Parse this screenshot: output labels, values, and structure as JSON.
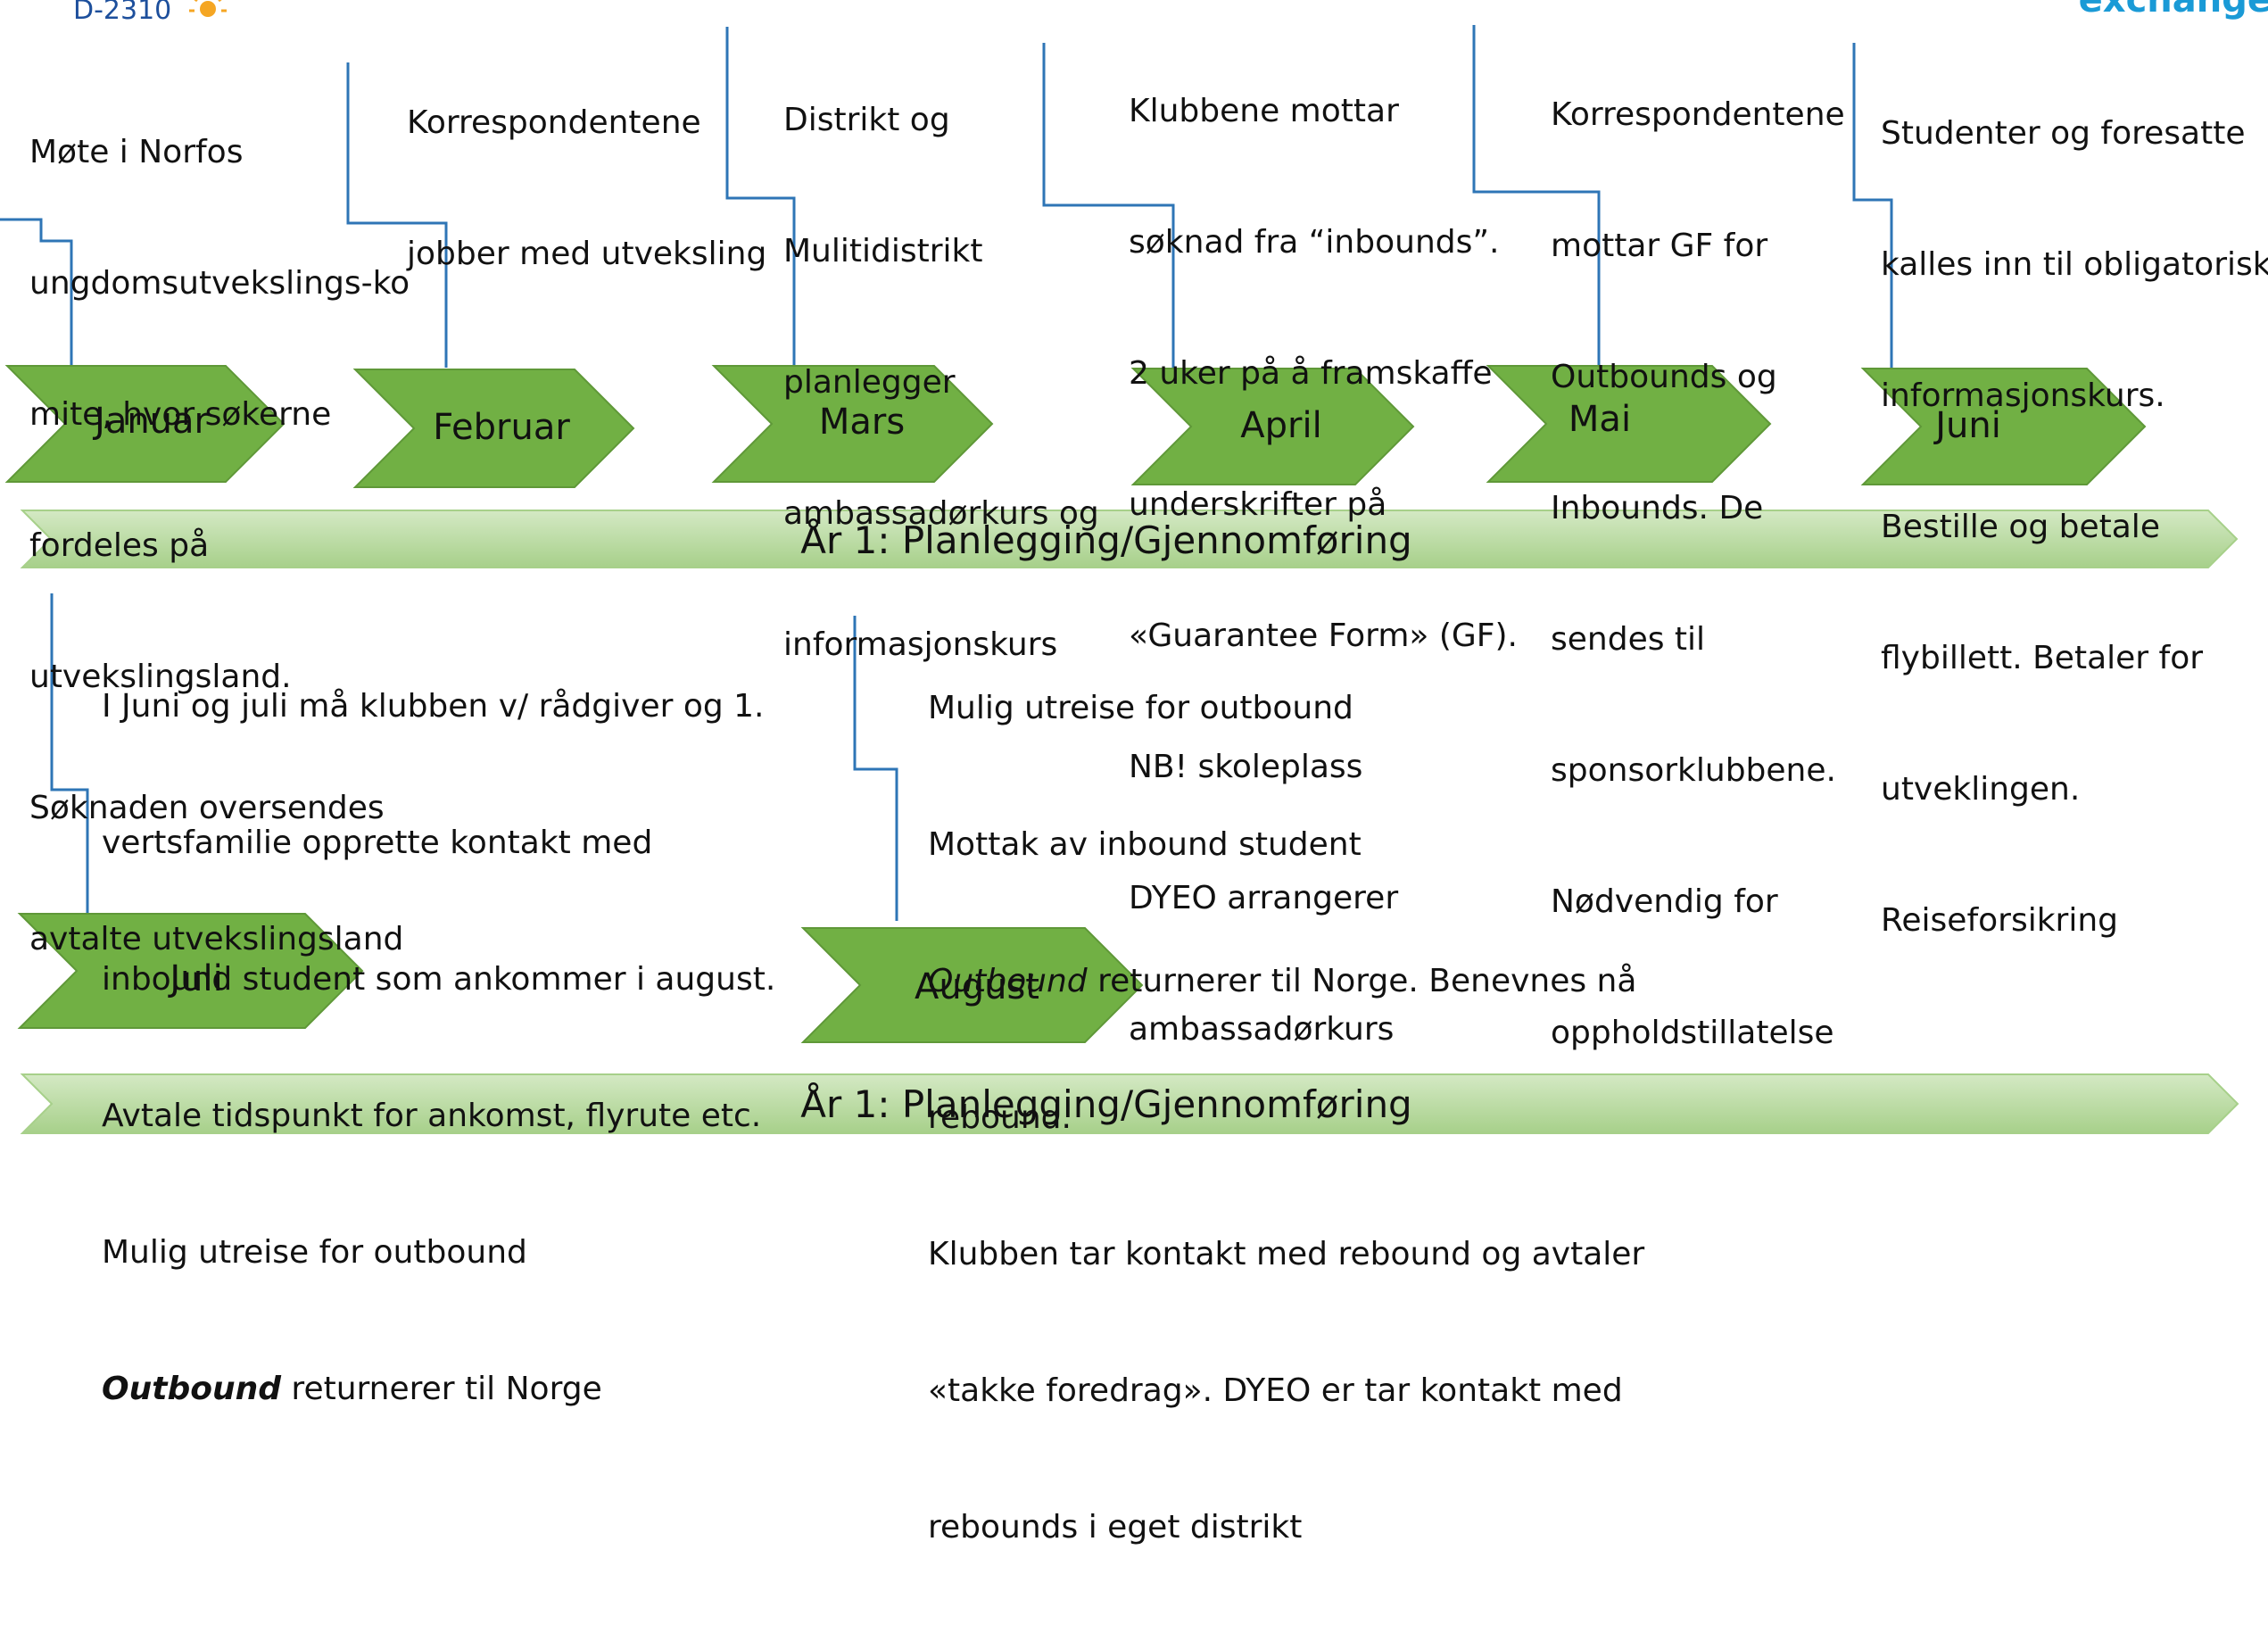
{
  "colors": {
    "chevron": "#71b044",
    "chevron_edge": "#5f9838",
    "band_top": "#d4e9c4",
    "band_bottom": "#a7d08a",
    "connector": "#2e75b6",
    "logo_text": "#1d4f9c",
    "corner_text": "#1a9ad6"
  },
  "header": {
    "logo_code": "D-2310",
    "logo_icon": "sun-icon",
    "corner_word": "exchange"
  },
  "months": [
    {
      "label": "Januar",
      "lines": [
        "Møte i Norfos",
        "ungdomsutvekslings-ko",
        "mite, hvor søkerne",
        "fordeles på",
        "utvekslingsland.",
        "Søknaden oversendes",
        "avtalte utvekslingsland"
      ]
    },
    {
      "label": "Februar",
      "lines": [
        "Korrespondentene",
        "jobber med utveksling"
      ]
    },
    {
      "label": "Mars",
      "lines": [
        "Distrikt og",
        "Mulitidistrikt",
        "planlegger",
        "ambassadørkurs og",
        "informasjonskurs"
      ]
    },
    {
      "label": "April",
      "lines": [
        "Klubbene mottar",
        "søknad fra “inbounds”.",
        "2 uker på å framskaffe",
        "underskrifter på",
        "«Guarantee Form» (GF).",
        "NB! skoleplass",
        "DYEO arrangerer",
        "ambassadørkurs"
      ]
    },
    {
      "label": "Mai",
      "lines": [
        "Korrespondentene",
        "mottar GF for",
        "Outbounds og",
        "Inbounds. De",
        "sendes til",
        "sponsorklubbene.",
        "Nødvendig for",
        "oppholdstillatelse"
      ]
    },
    {
      "label": "Juni",
      "lines": [
        "Studenter og foresatte",
        "kalles inn til obligatorisk",
        "informasjonskurs.",
        "Bestille og betale",
        "flybillett. Betaler for",
        "utveklingen.",
        "Reiseforsikring"
      ]
    },
    {
      "label": "Juli",
      "lines": [
        "I Juni og juli må klubben v/ rådgiver og 1.",
        "vertsfamilie opprette kontakt med",
        "inbound student som ankommer i august.",
        "Avtale tidspunkt for ankomst, flyrute etc.",
        "Mulig utreise for outbound"
      ],
      "emph_line": {
        "bold_word": "Outbound",
        "rest": " returnerer til Norge"
      }
    },
    {
      "label": "August",
      "lines": [
        "Mulig utreise for outbound",
        "Mottak av inbound student"
      ],
      "emph_line": {
        "italic_word": "Outbound",
        "rest": " returnerer til Norge. Benevnes nå"
      },
      "lines_after": [
        "rebound.",
        "Klubben tar kontakt med rebound og avtaler",
        "«takke foredrag». DYEO er tar kontakt med",
        "rebounds i eget distrikt"
      ]
    }
  ],
  "bands": [
    {
      "label": "År 1: Planlegging/Gjennomføring"
    },
    {
      "label": "År 1: Planlegging/Gjennomføring"
    }
  ]
}
